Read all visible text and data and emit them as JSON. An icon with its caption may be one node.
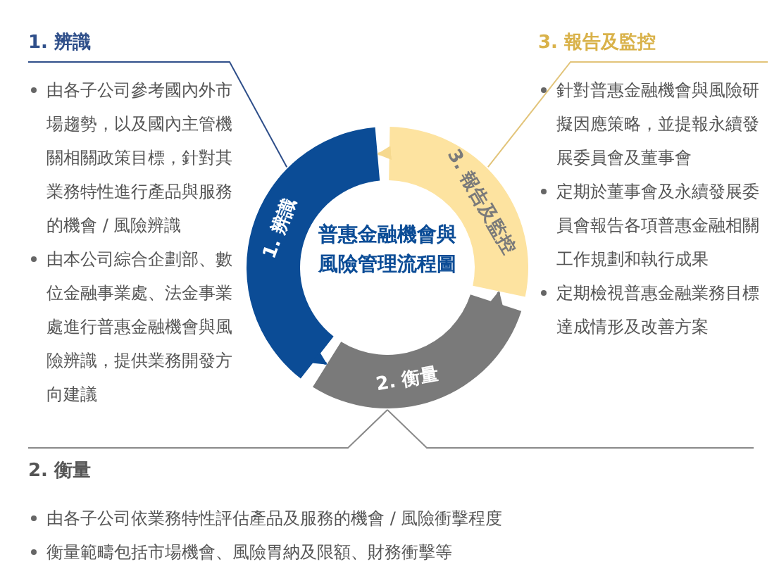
{
  "diagram": {
    "nodes": [
      {
        "text": [
          "普惠金融機會與風險管理流程圖"
        ]
      },
      {
        "text": [
          "1. 辨識"
        ]
      },
      {
        "text": [
          "2. 衡量"
        ]
      },
      {
        "text": [
          "3. 報告及監控"
        ]
      },
      {
        "text": [
          "1. 辨識",
          "由各子公司參考國內外市場趨勢，以及國內主管機關相關政策目標，針對其業務特性進行產品與服務的機會 / 風險辨識",
          "由本公司綜合企劃部、數位金融事業處、法金事業處進行普惠金融機會與風險辨識，提供業務開發方向建議"
        ]
      },
      {
        "text": [
          "3. 報告及監控",
          "針對普惠金融機會與風險研擬因應策略，並提報永續發展委員會及董事會",
          "定期於董事會及永續發展委員會報告各項普惠金融相關工作規劃和執行成果",
          "定期檢視普惠金融業務目標達成情形及改善方案"
        ]
      },
      {
        "text": [
          "2. 衡量",
          "由各子公司依業務特性評估產品及服務的機會 / 風險衝擊程度",
          "衡量範疇包括市場機會、風險胃納及限額、財務衝擊等"
        ]
      }
    ],
    "edges": [
      {
        "from": 1,
        "to": 2,
        "arrow": "to",
        "color": "#0b4c96"
      },
      {
        "from": 2,
        "to": 3,
        "arrow": "to",
        "color": "#7a7a7a"
      },
      {
        "from": 3,
        "to": 1,
        "arrow": "to",
        "color": "#f6d98f"
      },
      {
        "from": 4,
        "to": 1,
        "arrow": "none",
        "color": "#2f4f8a"
      },
      {
        "from": 5,
        "to": 3,
        "arrow": "none",
        "color": "#e2c47a"
      },
      {
        "from": 6,
        "to": 2,
        "arrow": "none",
        "color": "#8a8a8a"
      }
    ]
  }
}
